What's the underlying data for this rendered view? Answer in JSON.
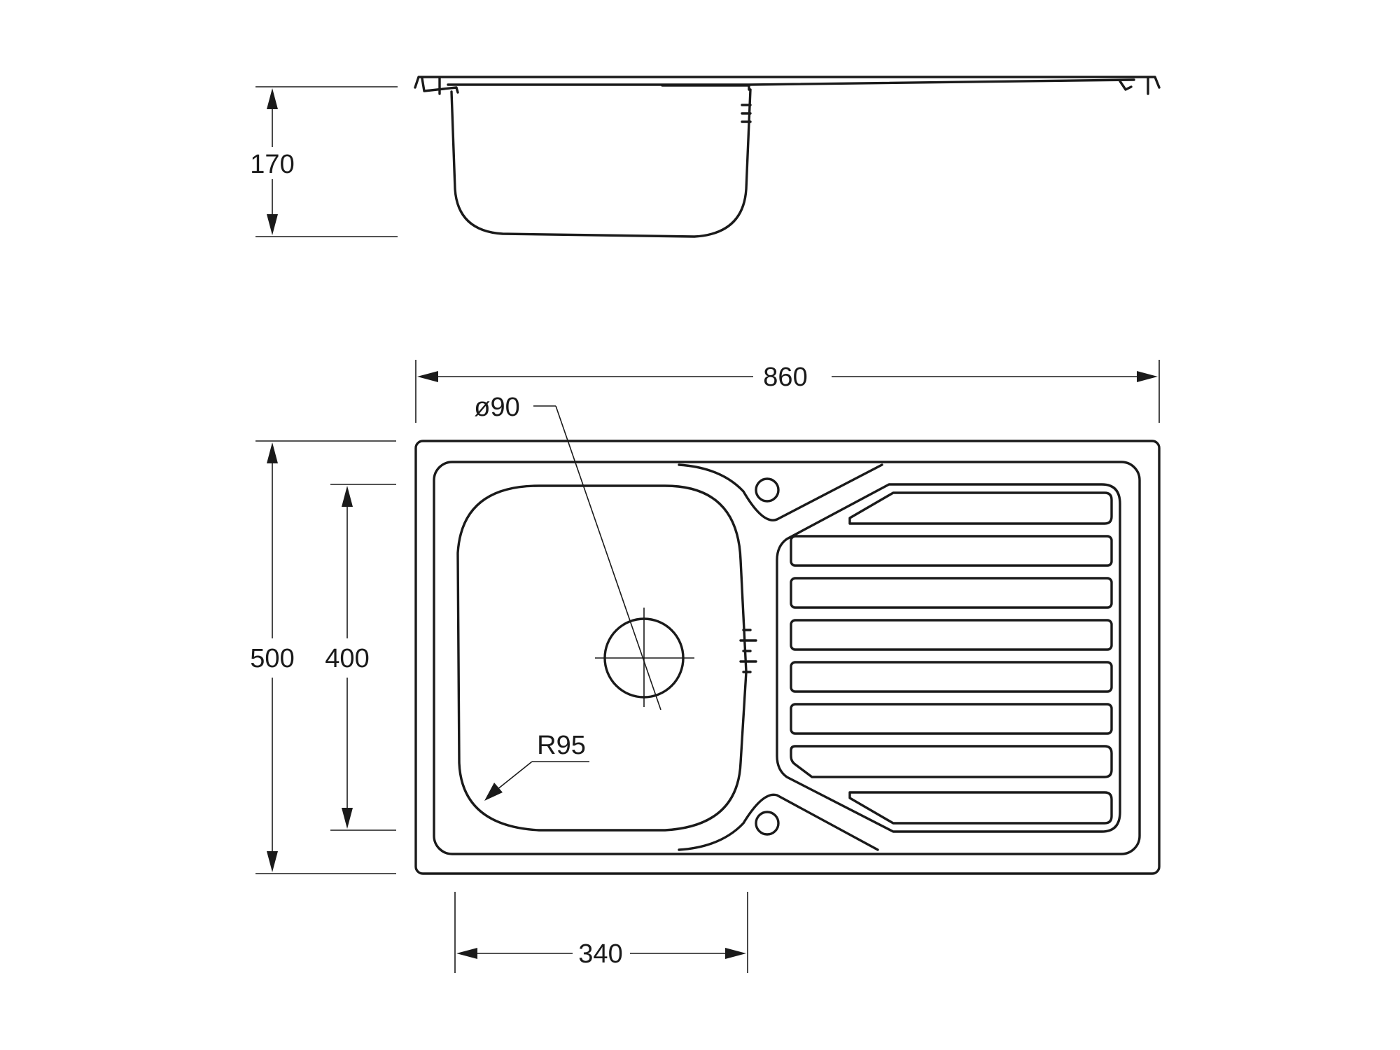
{
  "dimensions": {
    "depth": "170",
    "overall_width": "860",
    "overall_depth": "500",
    "bowl_depth": "400",
    "bowl_width": "340",
    "waste_diameter": "ø90",
    "corner_radius": "R95"
  },
  "colors": {
    "line": "#1a1a1a",
    "background": "#ffffff"
  }
}
